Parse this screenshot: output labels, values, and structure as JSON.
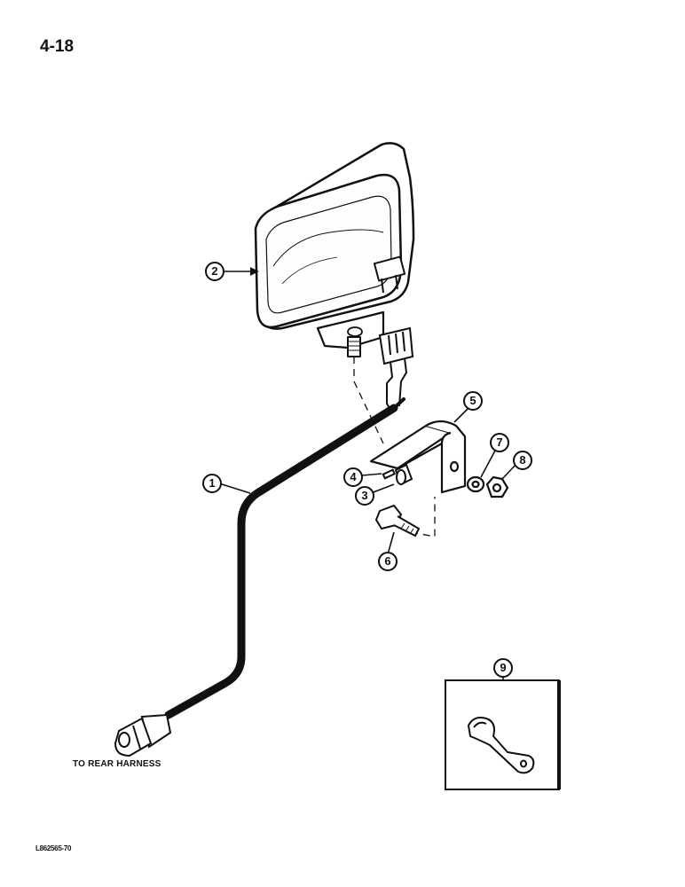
{
  "page_number": "4-18",
  "note": "TO REAR HARNESS",
  "figure_code": "L862565-70",
  "callouts": {
    "c1": "1",
    "c2": "2",
    "c3": "3",
    "c4": "4",
    "c5": "5",
    "c6": "6",
    "c7": "7",
    "c8": "8",
    "c9": "9"
  },
  "parts": {
    "harness": "wire-harness",
    "lamp": "work-lamp",
    "spacer": "spacer",
    "washer_small": "washer",
    "bracket": "mounting-bracket",
    "bolt": "bolt",
    "lockwasher": "lock-washer",
    "nut": "hex-nut",
    "clip": "harness-clip"
  }
}
